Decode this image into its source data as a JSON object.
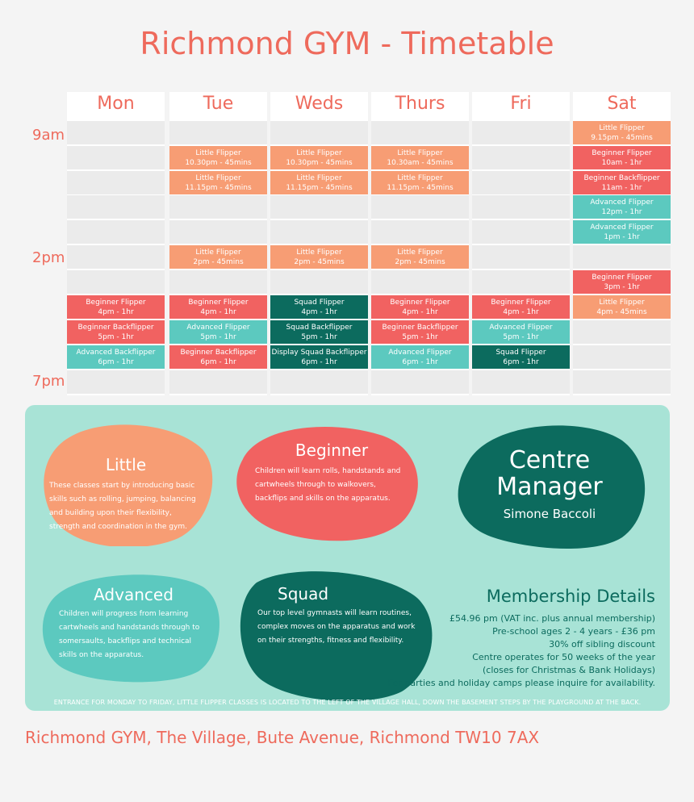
{
  "title": "Richmond GYM - Timetable",
  "time_labels": [
    "9am",
    "2pm",
    "7pm"
  ],
  "days": [
    {
      "name": "Mon",
      "classes": [
        null,
        null,
        null,
        null,
        null,
        null,
        null,
        {
          "name": "Beginner Flipper",
          "time": "4pm - 1hr",
          "color": "red"
        },
        {
          "name": "Beginner Backflipper",
          "time": "5pm - 1hr",
          "color": "red"
        },
        {
          "name": "Advanced Backflipper",
          "time": "6pm - 1hr",
          "color": "teal"
        },
        null
      ]
    },
    {
      "name": "Tue",
      "classes": [
        null,
        {
          "name": "Little Flipper",
          "time": "10.30pm - 45mins",
          "color": "peach"
        },
        {
          "name": "Little Flipper",
          "time": "11.15pm - 45mins",
          "color": "peach"
        },
        null,
        null,
        {
          "name": "Little Flipper",
          "time": "2pm - 45mins",
          "color": "peach"
        },
        null,
        {
          "name": "Beginner Flipper",
          "time": "4pm - 1hr",
          "color": "red"
        },
        {
          "name": "Advanced Flipper",
          "time": "5pm - 1hr",
          "color": "teal"
        },
        {
          "name": "Beginner Backflipper",
          "time": "6pm - 1hr",
          "color": "red"
        },
        null
      ]
    },
    {
      "name": "Weds",
      "classes": [
        null,
        {
          "name": "Little Flipper",
          "time": "10.30pm - 45mins",
          "color": "peach"
        },
        {
          "name": "Little Flipper",
          "time": "11.15pm - 45mins",
          "color": "peach"
        },
        null,
        null,
        {
          "name": "Little Flipper",
          "time": "2pm - 45mins",
          "color": "peach"
        },
        null,
        {
          "name": "Squad Flipper",
          "time": "4pm - 1hr",
          "color": "dark"
        },
        {
          "name": "Squad Backflipper",
          "time": "5pm - 1hr",
          "color": "dark"
        },
        {
          "name": "Display Squad Backflipper",
          "time": "6pm - 1hr",
          "color": "dark"
        },
        null
      ]
    },
    {
      "name": "Thurs",
      "classes": [
        null,
        {
          "name": "Little Flipper",
          "time": "10.30am - 45mins",
          "color": "peach"
        },
        {
          "name": "Little Flipper",
          "time": "11.15pm - 45mins",
          "color": "peach"
        },
        null,
        null,
        {
          "name": "Little Flipper",
          "time": "2pm - 45mins",
          "color": "peach"
        },
        null,
        {
          "name": "Beginner Flipper",
          "time": "4pm - 1hr",
          "color": "red"
        },
        {
          "name": "Beginner Backflipper",
          "time": "5pm - 1hr",
          "color": "red"
        },
        {
          "name": "Advanced Flipper",
          "time": "6pm - 1hr",
          "color": "teal"
        },
        null
      ]
    },
    {
      "name": "Fri",
      "classes": [
        null,
        null,
        null,
        null,
        null,
        null,
        null,
        {
          "name": "Beginner Flipper",
          "time": "4pm - 1hr",
          "color": "red"
        },
        {
          "name": "Advanced Flipper",
          "time": "5pm - 1hr",
          "color": "teal"
        },
        {
          "name": "Squad Flipper",
          "time": "6pm - 1hr",
          "color": "dark"
        },
        null
      ]
    },
    {
      "name": "Sat",
      "classes": [
        {
          "name": "Little Flipper",
          "time": "9.15pm - 45mins",
          "color": "peach"
        },
        {
          "name": "Beginner Flipper",
          "time": "10am - 1hr",
          "color": "red"
        },
        {
          "name": "Beginner Backflipper",
          "time": "11am - 1hr",
          "color": "red"
        },
        {
          "name": "Advanced Flipper",
          "time": "12pm - 1hr",
          "color": "teal"
        },
        {
          "name": "Advanced Flipper",
          "time": "1pm - 1hr",
          "color": "teal"
        },
        null,
        {
          "name": "Beginner Flipper",
          "time": "3pm - 1hr",
          "color": "red"
        },
        {
          "name": "Little Flipper",
          "time": "4pm - 45mins",
          "color": "peach"
        },
        null,
        null,
        null
      ]
    }
  ],
  "colors": {
    "peach": "#f79d74",
    "red": "#f16261",
    "teal": "#5cc9bf",
    "dark": "#0c6b5e",
    "panel": "#a8e3d6",
    "accent": "#ee6a5c"
  },
  "levels": {
    "little": {
      "title": "Little",
      "text": "These classes start by introducing basic skills such as rolling, jumping, balancing and building upon their flexibility, strength and coordination in the gym."
    },
    "beginner": {
      "title": "Beginner",
      "text": "Children will learn rolls, handstands and cartwheels through to walkovers, backflips and skills on the apparatus."
    },
    "advanced": {
      "title": "Advanced",
      "text": "Children will progress from learning cartwheels and handstands through to somersaults, backflips and technical skills on the apparatus."
    },
    "squad": {
      "title": "Squad",
      "text": "Our top level gymnasts will learn routines, complex moves on the apparatus and work on their strengths, fitness and flexibility."
    }
  },
  "manager": {
    "title_line1": "Centre",
    "title_line2": "Manager",
    "name": "Simone Baccoli"
  },
  "membership": {
    "title": "Membership Details",
    "lines": [
      "£54.96 pm (VAT inc. plus annual membership)",
      "Pre-school ages 2 - 4 years - £36 pm",
      "30% off sibling discount",
      "Centre operates for 50 weeks of the year",
      "(closes for Christmas & Bank Holidays)",
      "For parties and holiday camps please inquire for availability."
    ]
  },
  "entrance_note": "ENTRANCE FOR MONDAY TO FRIDAY, LITTLE FLIPPER CLASSES IS LOCATED TO THE LEFT OF THE VILLAGE HALL, DOWN THE BASEMENT STEPS BY THE PLAYGROUND AT THE BACK.",
  "address": "Richmond GYM, The Village, Bute Avenue, Richmond TW10 7AX"
}
